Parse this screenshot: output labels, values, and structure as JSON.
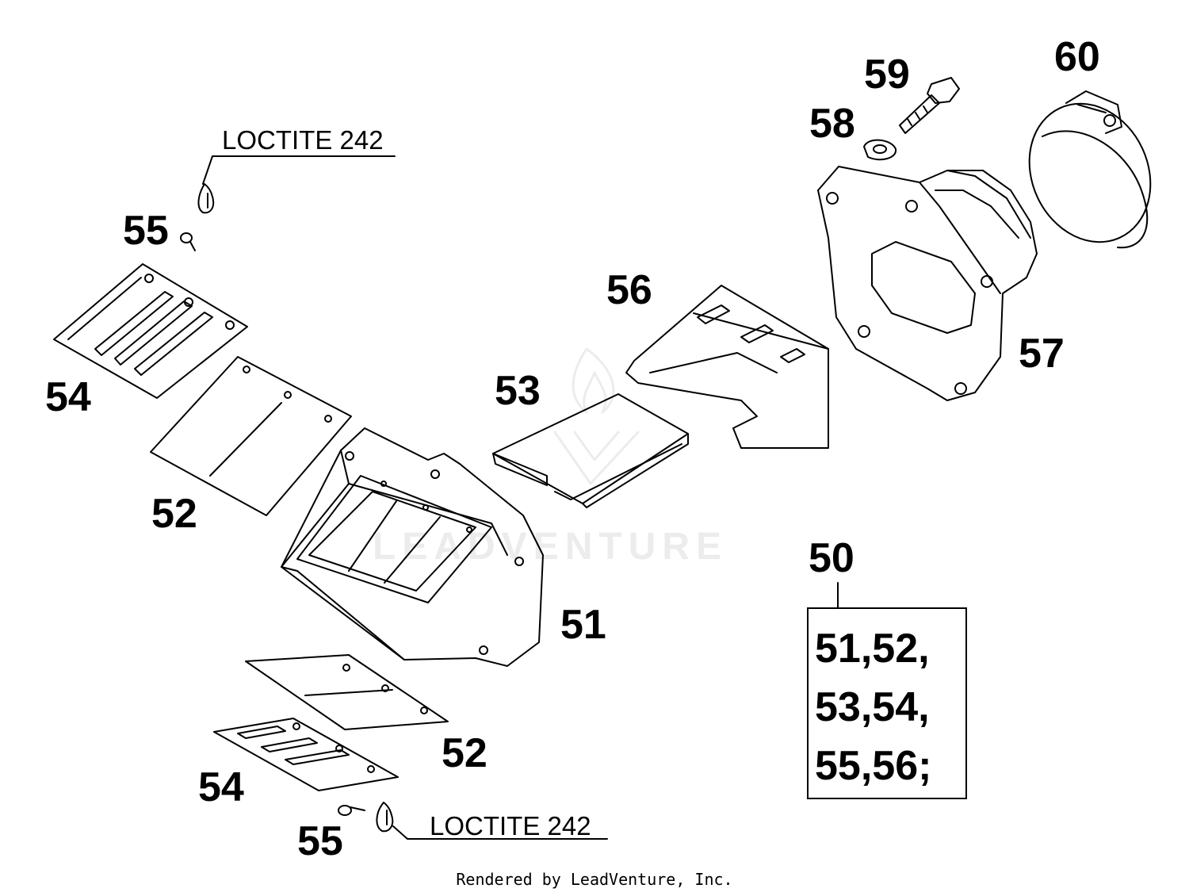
{
  "diagram": {
    "labels": {
      "l50": "50",
      "l51": "51",
      "l52a": "52",
      "l52b": "52",
      "l53": "53",
      "l54a": "54",
      "l54b": "54",
      "l55a": "55",
      "l55b": "55",
      "l56": "56",
      "l57": "57",
      "l58": "58",
      "l59": "59",
      "l60": "60"
    },
    "notes": {
      "top": "LOCTITE 242",
      "bottom": "LOCTITE 242"
    },
    "kit": {
      "line1": "51,52,",
      "line2": "53,54,",
      "line3": "55,56;"
    },
    "watermark": "LEADVENTURE",
    "footer": "Rendered by LeadVenture, Inc."
  }
}
